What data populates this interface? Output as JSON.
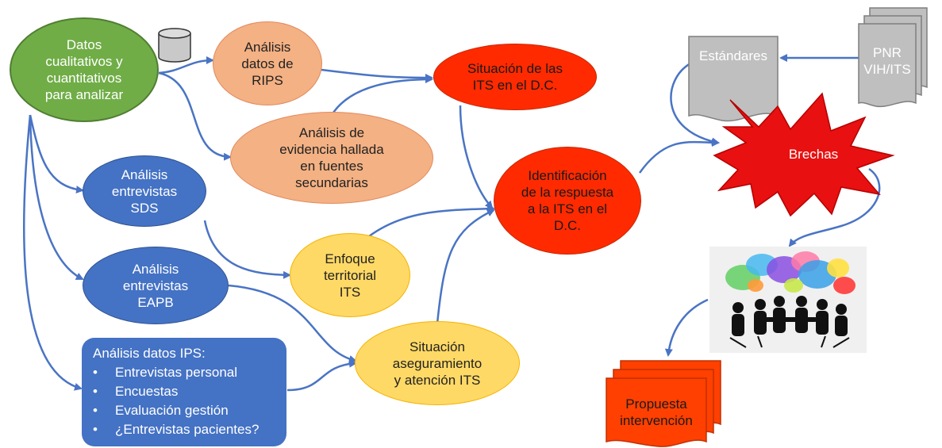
{
  "nodes": {
    "datos": [
      "Datos",
      "cualitativos y",
      "cuantitativos",
      "para analizar"
    ],
    "rips": [
      "Análisis",
      "datos de",
      "RIPS"
    ],
    "evidencia": [
      "Análisis de",
      "evidencia hallada",
      "en fuentes",
      "secundarias"
    ],
    "situacion": [
      "Situación de las",
      "ITS en el D.C."
    ],
    "identificacion": [
      "Identificación",
      "de la respuesta",
      "a la ITS en el",
      "D.C."
    ],
    "sds": [
      "Análisis",
      "entrevistas",
      "SDS"
    ],
    "eapb": [
      "Análisis",
      "entrevistas",
      "EAPB"
    ],
    "enfoque": [
      "Enfoque",
      "territorial",
      "ITS"
    ],
    "aseguramiento": [
      "Situación",
      "aseguramiento",
      "y atención ITS"
    ],
    "estandares": "Estándares",
    "pnr": [
      "PNR",
      "VIH/ITS"
    ],
    "brechas": "Brechas",
    "propuesta": [
      "Propuesta",
      "intervención"
    ]
  },
  "ips_box": {
    "title": "Análisis datos IPS:",
    "items": [
      "Entrevistas personal",
      "Encuestas",
      "Evaluación gestión",
      "¿Entrevistas pacientes?"
    ]
  },
  "colors": {
    "green": "#70ad47",
    "salmon": "#f4b183",
    "blue": "#4472c4",
    "yellow": "#ffd966",
    "red": "#ff2a00",
    "gray": "#bfbfbf",
    "connector": "#4a74c4"
  },
  "icons": {
    "database": "database-icon",
    "meeting": "meeting-speech-bubbles-image"
  }
}
